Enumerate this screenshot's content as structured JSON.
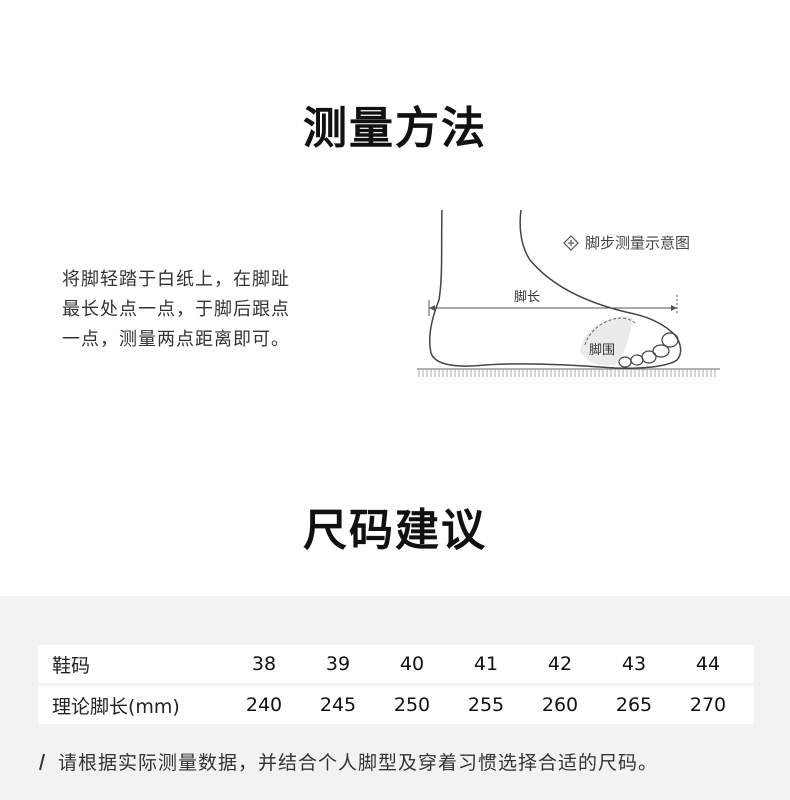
{
  "method": {
    "title": "测量方法",
    "instructions": [
      "将脚轻踏于白纸上，在脚趾",
      "最长处点一点，于脚后跟点",
      "一点，测量两点距离即可。"
    ],
    "diagram_caption": "脚步测量示意图",
    "label_length": "脚长",
    "label_girth": "脚围"
  },
  "size": {
    "title": "尺码建议",
    "row1_header": "鞋码",
    "row1_values": [
      "38",
      "39",
      "40",
      "41",
      "42",
      "43",
      "44"
    ],
    "row2_header": "理论脚长(mm)",
    "row2_values": [
      "240",
      "245",
      "250",
      "255",
      "260",
      "265",
      "270"
    ],
    "note": "请根据实际测量数据，并结合个人脚型及穿着习惯选择合适的尺码。"
  }
}
